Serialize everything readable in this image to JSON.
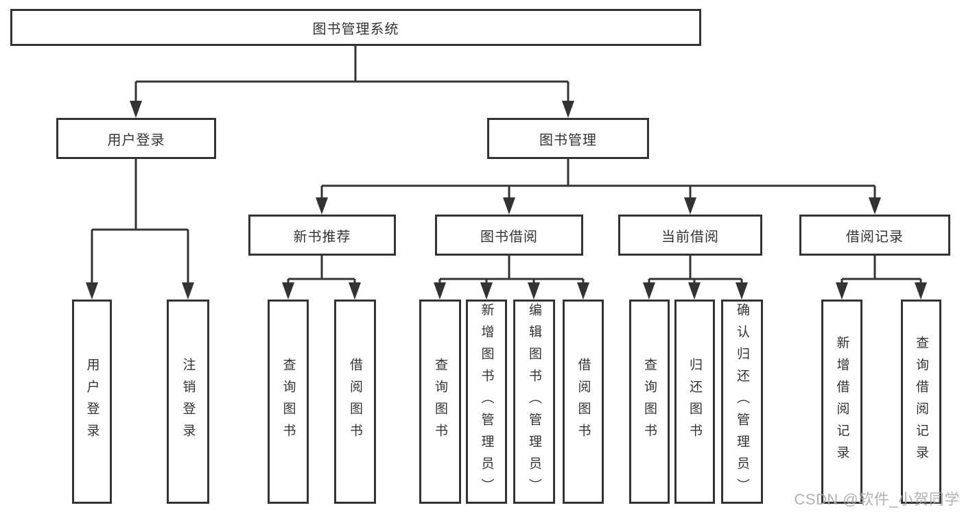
{
  "diagram": {
    "root": {
      "label": "图书管理系统",
      "children": [
        {
          "label": "用户登录",
          "children": [
            {
              "label": "用户登录"
            },
            {
              "label": "注销登录"
            }
          ]
        },
        {
          "label": "图书管理",
          "children": [
            {
              "label": "新书推荐",
              "children": [
                {
                  "label": "查询图书"
                },
                {
                  "label": "借阅图书"
                }
              ]
            },
            {
              "label": "图书借阅",
              "children": [
                {
                  "label": "查询图书"
                },
                {
                  "label": "新增图书（管理员）"
                },
                {
                  "label": "编辑图书（管理员）"
                },
                {
                  "label": "借阅图书"
                }
              ]
            },
            {
              "label": "当前借阅",
              "children": [
                {
                  "label": "查询图书"
                },
                {
                  "label": "归还图书"
                },
                {
                  "label": "确认归还（管理员）"
                }
              ]
            },
            {
              "label": "借阅记录",
              "children": [
                {
                  "label": "新增借阅记录"
                },
                {
                  "label": "查询借阅记录"
                }
              ]
            }
          ]
        }
      ]
    }
  },
  "watermark": {
    "text": "CSDN @软件_小贺同学"
  },
  "colors": {
    "background": "#ffffff",
    "box_fill": "#ffffff",
    "box_border": "#333333",
    "connector": "#333333",
    "text": "#333333",
    "watermark": "#a9a9a9"
  }
}
